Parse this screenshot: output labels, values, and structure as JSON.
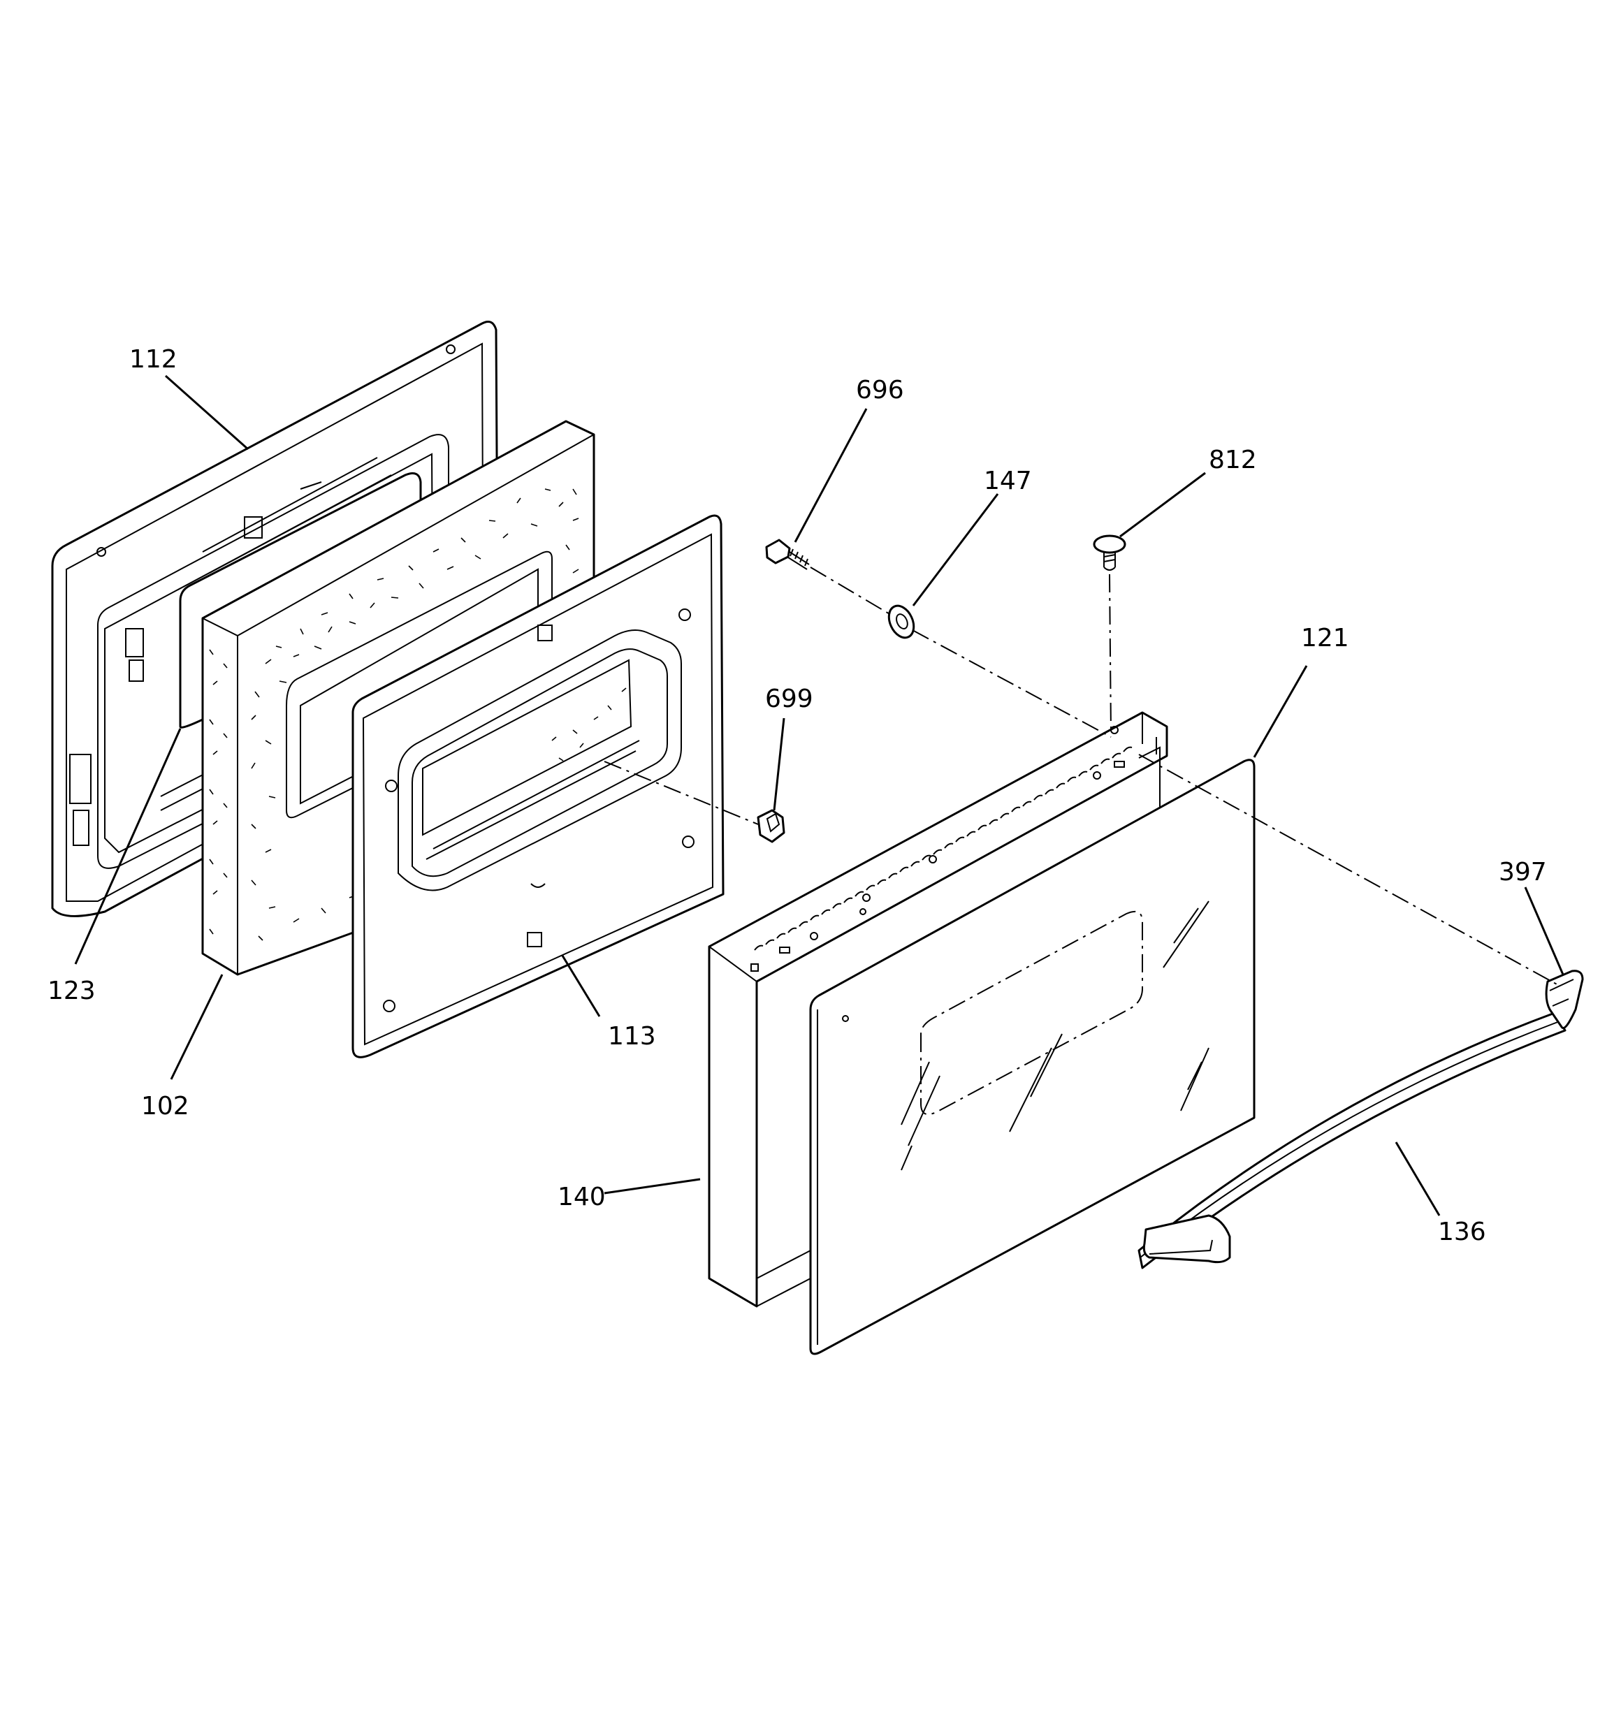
{
  "callouts": {
    "c112": "112",
    "c123": "123",
    "c102": "102",
    "c113": "113",
    "c696": "696",
    "c147": "147",
    "c812": "812",
    "c699": "699",
    "c121": "121",
    "c397": "397",
    "c140": "140",
    "c136": "136"
  }
}
